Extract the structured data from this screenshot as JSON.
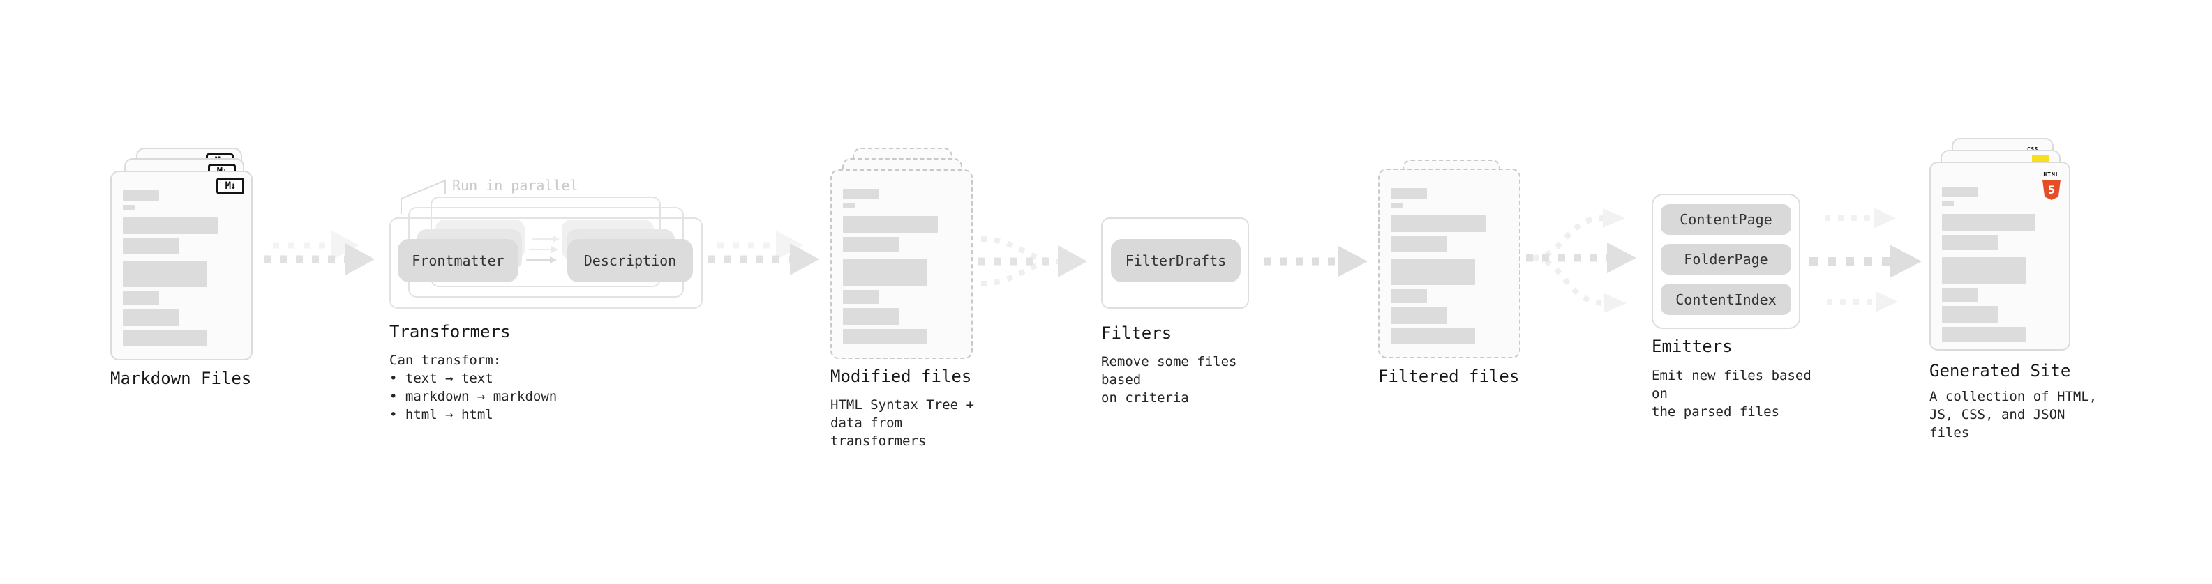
{
  "diagram": {
    "title_hint": "static site generation pipeline",
    "stages": {
      "markdown_files": {
        "label": "Markdown Files",
        "badge": "M↓"
      },
      "transformers": {
        "label": "Transformers",
        "note": "Run in parallel",
        "pills": [
          "Frontmatter",
          "Description"
        ],
        "details": "Can transform:\n • text → text\n • markdown → markdown\n • html → html"
      },
      "modified_files": {
        "label": "Modified files",
        "details": "HTML Syntax Tree +\ndata from transformers"
      },
      "filters": {
        "label": "Filters",
        "pill": "FilterDrafts",
        "details": "Remove some files based\non criteria"
      },
      "filtered_files": {
        "label": "Filtered files"
      },
      "emitters": {
        "label": "Emitters",
        "pills": [
          "ContentPage",
          "FolderPage",
          "ContentIndex"
        ],
        "details": "Emit new files based on\nthe parsed files"
      },
      "generated_site": {
        "label": "Generated Site",
        "details": "A collection of HTML,\nJS, CSS, and JSON files",
        "badges": {
          "css": "CSS",
          "html": "HTML",
          "five": "5"
        }
      }
    },
    "colors": {
      "html5_orange": "#E44D26",
      "js_yellow": "#F7DF1E",
      "css_blue": "#2965F1",
      "arrow_gray": "#E1E1E1",
      "arrow_light": "#F2F2F2",
      "skeleton_gray": "#DCDCDC"
    }
  }
}
